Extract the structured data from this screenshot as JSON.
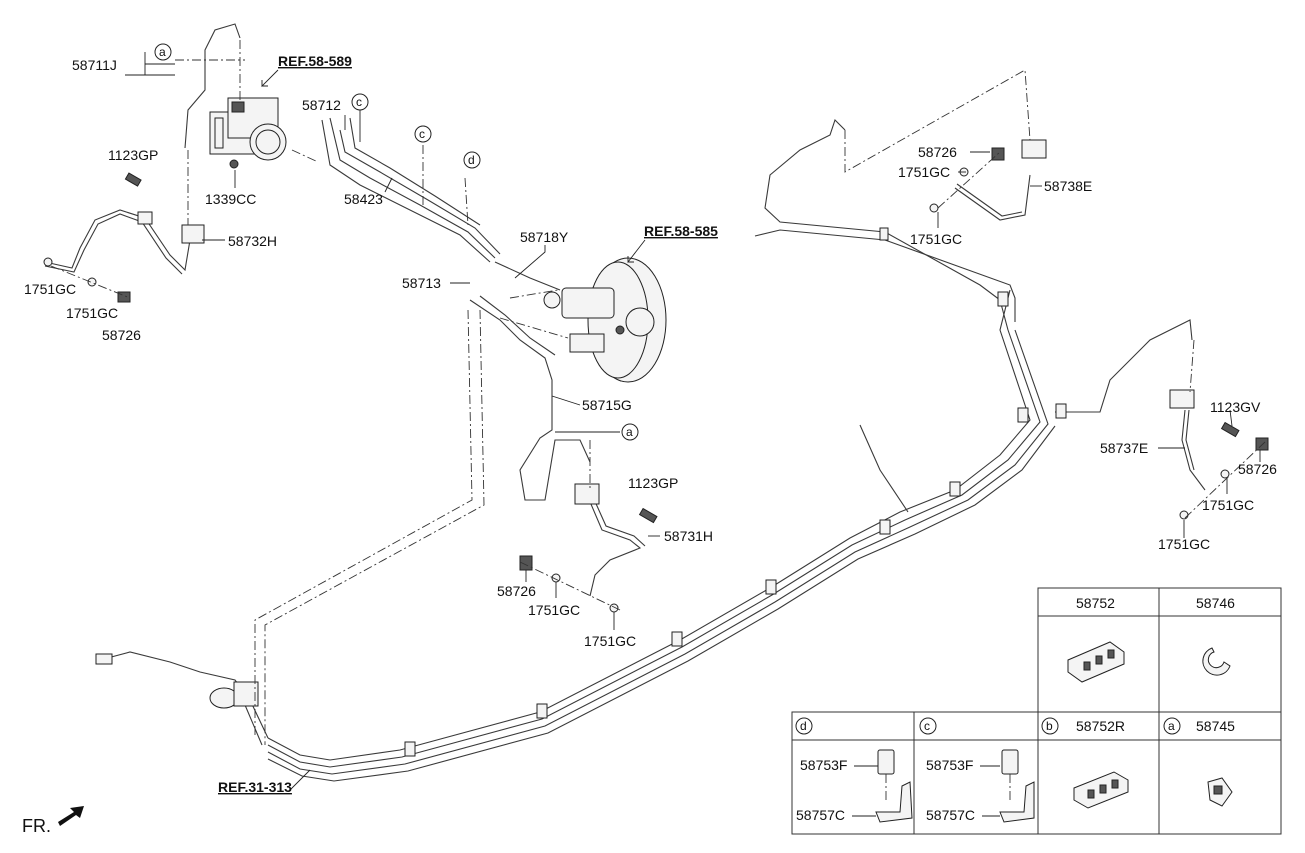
{
  "labels": {
    "p58711J": "58711J",
    "ref58589": "REF.58-589",
    "p1123GP_tl": "1123GP",
    "p1339CC": "1339CC",
    "p58732H": "58732H",
    "p1751GC_1": "1751GC",
    "p1751GC_2": "1751GC",
    "p58726_1": "58726",
    "p58712": "58712",
    "p58423": "58423",
    "p58713": "58713",
    "p58718Y": "58718Y",
    "ref58585": "REF.58-585",
    "p58715G": "58715G",
    "p1123GP_mid": "1123GP",
    "p58731H": "58731H",
    "p58726_2": "58726",
    "p1751GC_3": "1751GC",
    "p1751GC_4": "1751GC",
    "p58726_3": "58726",
    "p1751GC_5": "1751GC",
    "p58738E": "58738E",
    "p1751GC_6": "1751GC",
    "p1123GV": "1123GV",
    "p58737E": "58737E",
    "p58726_4": "58726",
    "p1751GC_7": "1751GC",
    "p1751GC_8": "1751GC",
    "ref31313": "REF.31-313",
    "fr": "FR."
  },
  "callouts": {
    "a1": "a",
    "c1": "c",
    "c2": "c",
    "d1": "d",
    "a2": "a"
  },
  "legend": {
    "top": [
      {
        "code": "58752"
      },
      {
        "code": "58746"
      }
    ],
    "bottom": [
      {
        "letter": "d",
        "code": "",
        "parts": [
          "58753F",
          "58757C"
        ]
      },
      {
        "letter": "c",
        "code": "",
        "parts": [
          "58753F",
          "58757C"
        ]
      },
      {
        "letter": "b",
        "code": "58752R",
        "parts": []
      },
      {
        "letter": "a",
        "code": "58745",
        "parts": []
      }
    ]
  }
}
